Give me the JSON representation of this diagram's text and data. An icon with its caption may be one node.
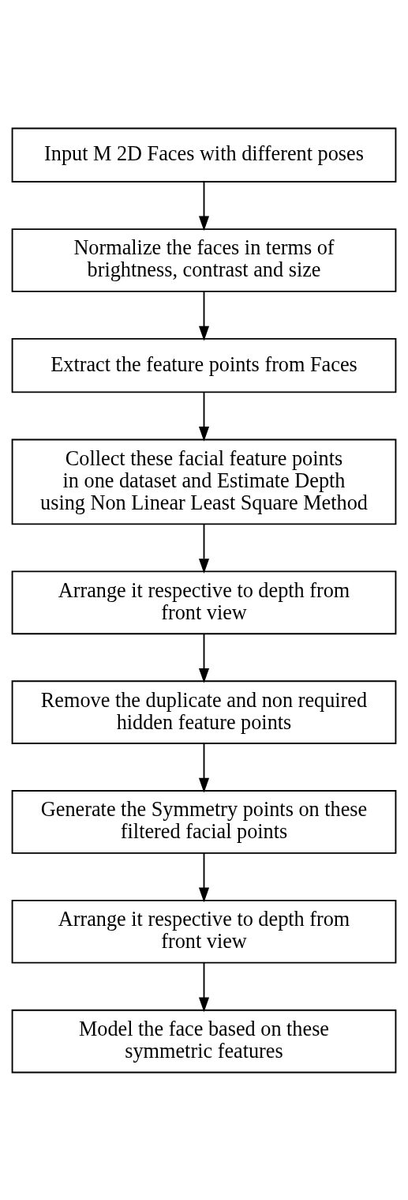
{
  "diagram": {
    "nodes": [
      {
        "text": [
          "Input M 2D Faces with different poses"
        ]
      },
      {
        "text": [
          "Normalize the faces in terms of brightness, contrast and size"
        ]
      },
      {
        "text": [
          "Extract the feature points from Faces"
        ]
      },
      {
        "text": [
          "Collect these facial feature points in one dataset and Estimate Depth using Non Linear Least Square Method"
        ]
      },
      {
        "text": [
          "Arrange it respective to depth from front view"
        ]
      },
      {
        "text": [
          "Remove the duplicate and non required hidden feature points"
        ]
      },
      {
        "text": [
          "Generate the Symmetry points on these filtered facial points"
        ]
      },
      {
        "text": [
          "Arrange it respective to depth from front view"
        ]
      },
      {
        "text": [
          "Model the face based on these symmetric features"
        ]
      }
    ],
    "edges": [
      {
        "from": 0,
        "to": 1,
        "arrow": "to"
      },
      {
        "from": 1,
        "to": 2,
        "arrow": "to"
      },
      {
        "from": 2,
        "to": 3,
        "arrow": "to"
      },
      {
        "from": 3,
        "to": 4,
        "arrow": "to"
      },
      {
        "from": 4,
        "to": 5,
        "arrow": "to"
      },
      {
        "from": 5,
        "to": 6,
        "arrow": "to"
      },
      {
        "from": 6,
        "to": 7,
        "arrow": "to"
      },
      {
        "from": 7,
        "to": 8,
        "arrow": "to"
      }
    ]
  }
}
